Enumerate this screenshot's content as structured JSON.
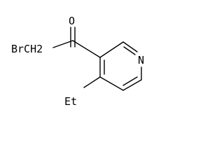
{
  "molecule": {
    "labels": {
      "oxygen": "O",
      "bromomethyl": "BrCH2",
      "nitrogen": "N",
      "ethyl": "Et"
    },
    "colors": {
      "ink": "#000000",
      "background": "#ffffff"
    }
  }
}
